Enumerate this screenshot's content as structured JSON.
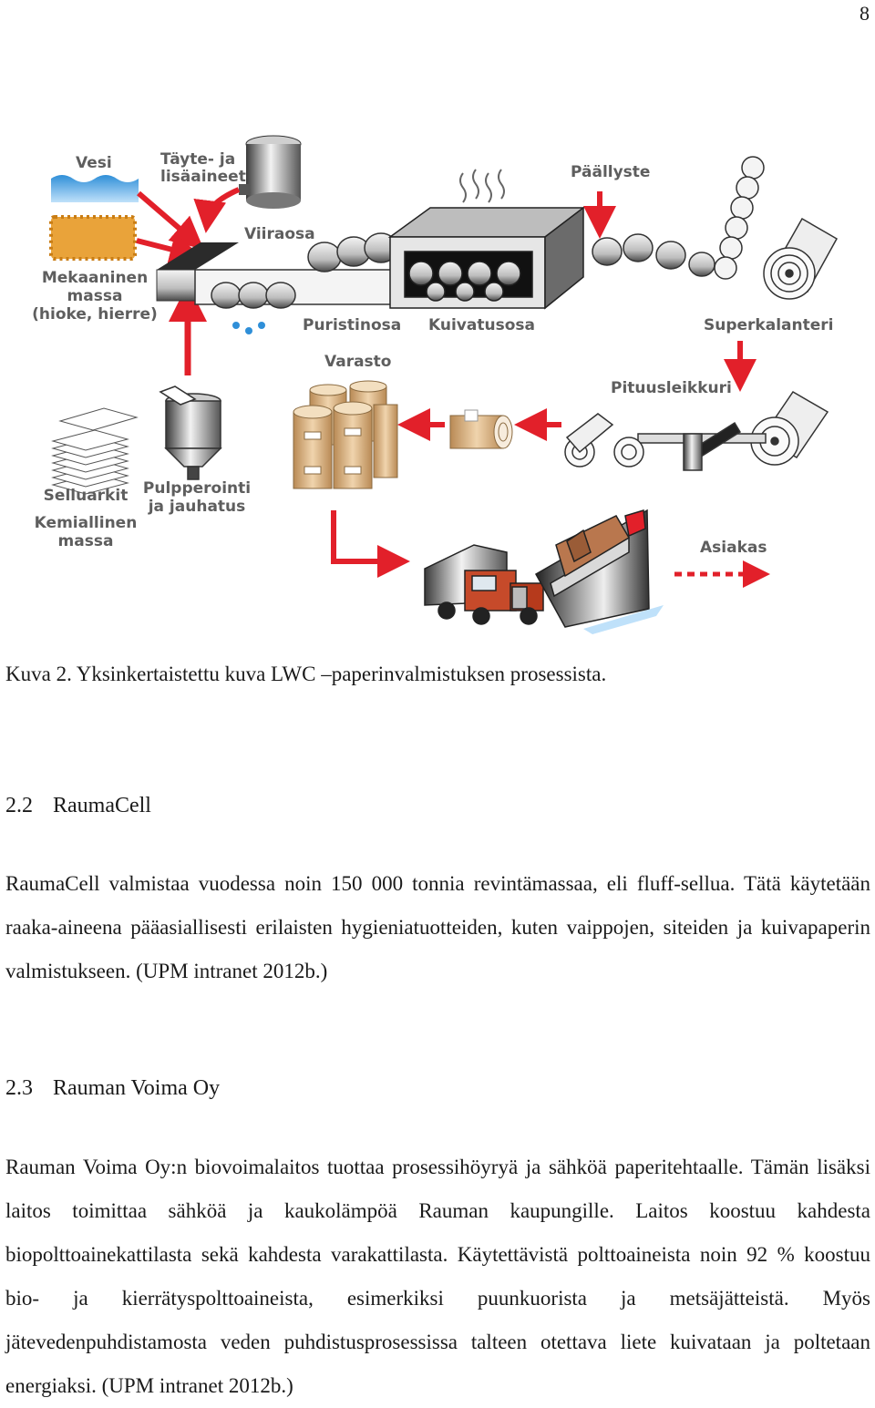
{
  "page_number": "8",
  "figure": {
    "labels": {
      "vesi": "Vesi",
      "tayte_1": "Täyte- ja",
      "tayte_2": "lisäaineet",
      "viiraosa": "Viiraosa",
      "mekaaninen_1": "Mekaaninen",
      "mekaaninen_2": "massa",
      "mekaaninen_3": "(hioke, hierre)",
      "puristinosa": "Puristinosa",
      "kuivatusosa": "Kuivatusosa",
      "paallyste": "Päällyste",
      "superkalanteri": "Superkalanteri",
      "varasto": "Varasto",
      "pituusleikkuri": "Pituusleikkuri",
      "selluarkit": "Selluarkit",
      "pulpperointi_1": "Pulpperointi",
      "pulpperointi_2": "ja jauhatus",
      "kemiallinen_1": "Kemiallinen",
      "kemiallinen_2": "massa",
      "asiakas": "Asiakas"
    },
    "accent_color": "#e2202a",
    "water_color": "#2f8fd8",
    "pulp_color": "#e9a33a"
  },
  "caption": "Kuva 2. Yksinkertaistettu kuva LWC –paperinvalmistuksen prosessista.",
  "section_22": {
    "number": "2.2",
    "title": "RaumaCell",
    "paragraph": "RaumaCell valmistaa vuodessa noin 150 000 tonnia revintämassaa, eli fluff-sellua. Tätä käytetään raaka-aineena pääasiallisesti erilaisten hygieniatuotteiden, kuten vaippojen, siteiden ja kuivapaperin valmistukseen. (UPM intranet 2012b.)"
  },
  "section_23": {
    "number": "2.3",
    "title": "Rauman Voima Oy",
    "paragraph": "Rauman Voima Oy:n biovoimalaitos tuottaa prosessihöyryä ja sähköä paperitehtaalle. Tämän lisäksi laitos toimittaa sähköä ja kaukolämpöä Rauman kaupungille. Laitos koostuu kahdesta biopolttoainekattilasta sekä kahdesta varakattilasta. Käytettävistä polttoaineista noin 92 % koostuu bio- ja kierrätyspolttoaineista, esimerkiksi puunkuorista ja metsäjätteistä. Myös jätevedenpuhdistamosta veden puhdistusprosessissa talteen otettava liete kuivataan ja poltetaan energiaksi. (UPM intranet 2012b.)"
  }
}
